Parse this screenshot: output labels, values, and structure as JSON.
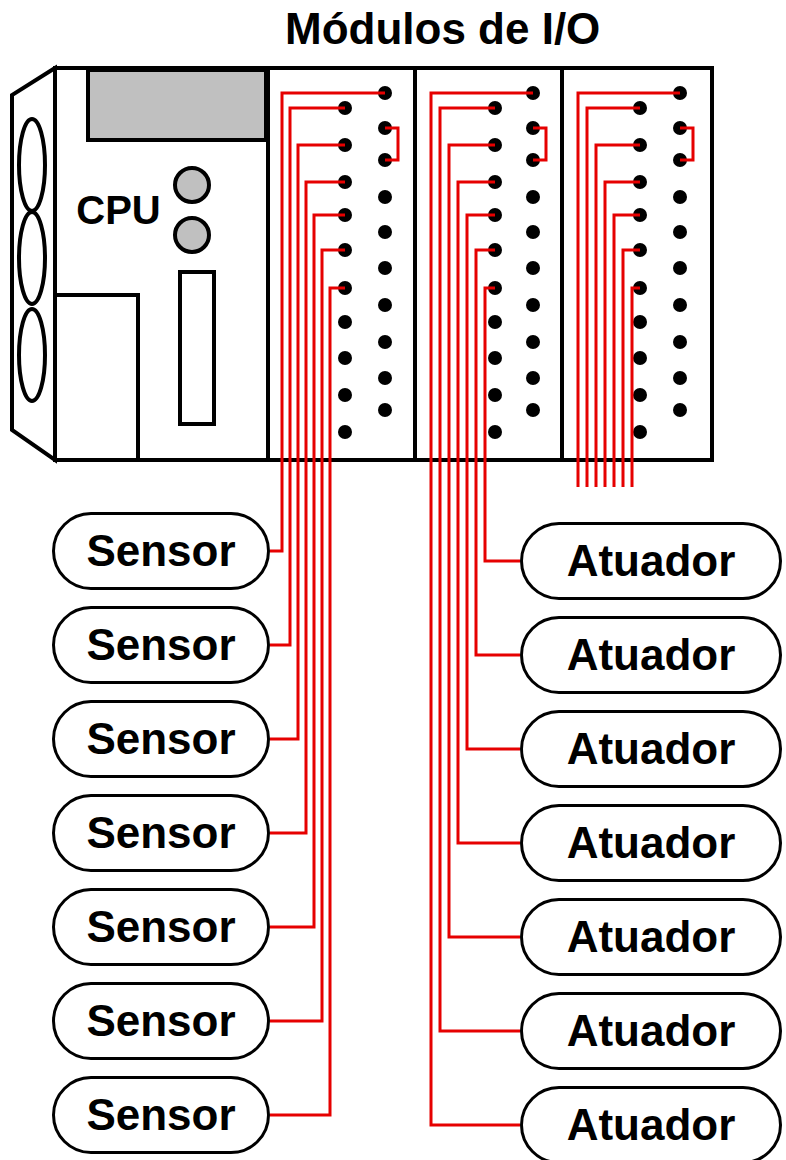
{
  "diagram": {
    "title": "Módulos de I/O",
    "nodes": [
      {
        "text": [
          "CPU"
        ]
      },
      {
        "text": [
          "Sensor"
        ]
      },
      {
        "text": [
          "Sensor"
        ]
      },
      {
        "text": [
          "Sensor"
        ]
      },
      {
        "text": [
          "Sensor"
        ]
      },
      {
        "text": [
          "Sensor"
        ]
      },
      {
        "text": [
          "Sensor"
        ]
      },
      {
        "text": [
          "Sensor"
        ]
      },
      {
        "text": [
          "Atuador"
        ]
      },
      {
        "text": [
          "Atuador"
        ]
      },
      {
        "text": [
          "Atuador"
        ]
      },
      {
        "text": [
          "Atuador"
        ]
      },
      {
        "text": [
          "Atuador"
        ]
      },
      {
        "text": [
          "Atuador"
        ]
      },
      {
        "text": [
          "Atuador"
        ]
      }
    ]
  }
}
